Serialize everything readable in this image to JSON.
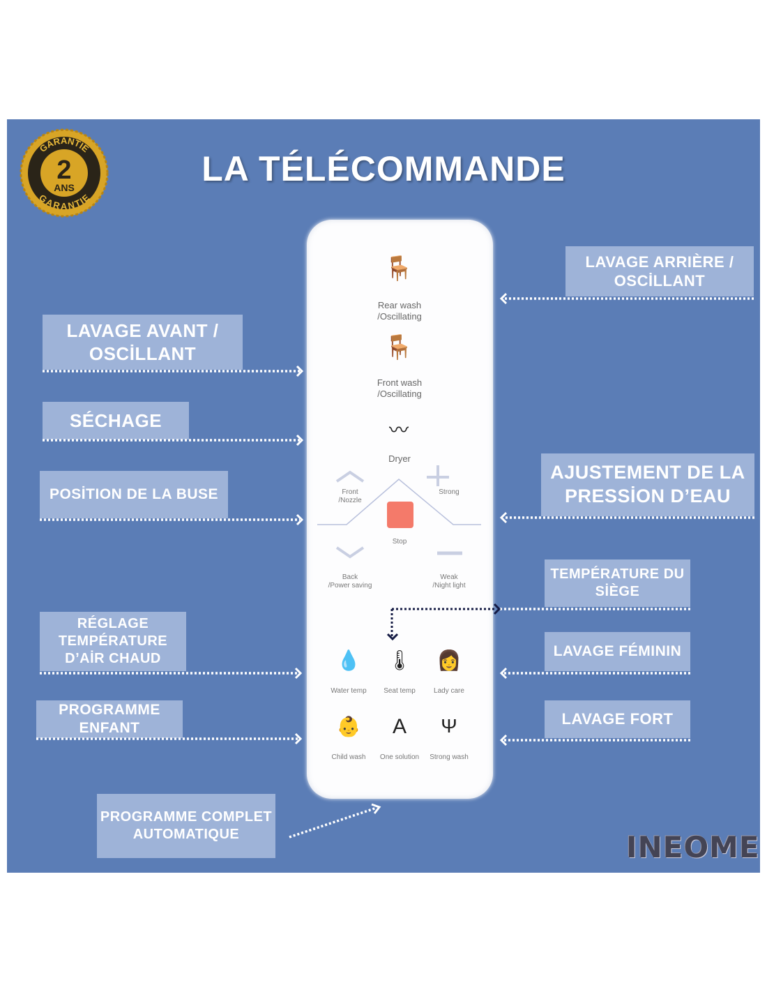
{
  "title": "LA TÉLÉCOMMANDE",
  "badge": {
    "number": "2",
    "unit": "ANS",
    "ring_text": "GARANTIE"
  },
  "labels": {
    "rear_wash": "LAVAGE ARRIÈRE / OSCİLLANT",
    "front_wash": "LAVAGE AVANT / OSCİLLANT",
    "drying": "SÉCHAGE",
    "nozzle": "POSİTION DE LA BUSE",
    "pressure": "AJUSTEMENT DE LA PRESSİON D’EAU",
    "seat_temp": "TEMPÉRATURE DU SİÈGE",
    "air_temp": "RÉGLAGE TEMPÉRATURE D’AİR CHAUD",
    "lady": "LAVAGE FÉMININ",
    "child": "PROGRAMME ENFANT",
    "strong": "LAVAGE FORT",
    "auto": "PROGRAMME COMPLET AUTOMATIQUE"
  },
  "remote": {
    "rear": "Rear wash\n/Oscillating",
    "front": "Front wash\n/Oscillating",
    "dryer": "Dryer",
    "front_nozzle": "Front\n/Nozzle",
    "strong": "Strong",
    "stop": "Stop",
    "back": "Back\n/Power saving",
    "weak": "Weak\n/Night light",
    "water_temp": "Water temp",
    "seat_temp": "Seat temp",
    "lady_care": "Lady care",
    "child_wash": "Child wash",
    "one_solution": "One solution",
    "strong_wash": "Strong wash"
  },
  "logo": "INEOME",
  "colors": {
    "background": "#5b7db6",
    "stop": "#f47a6a",
    "badge": "#d8a526"
  }
}
